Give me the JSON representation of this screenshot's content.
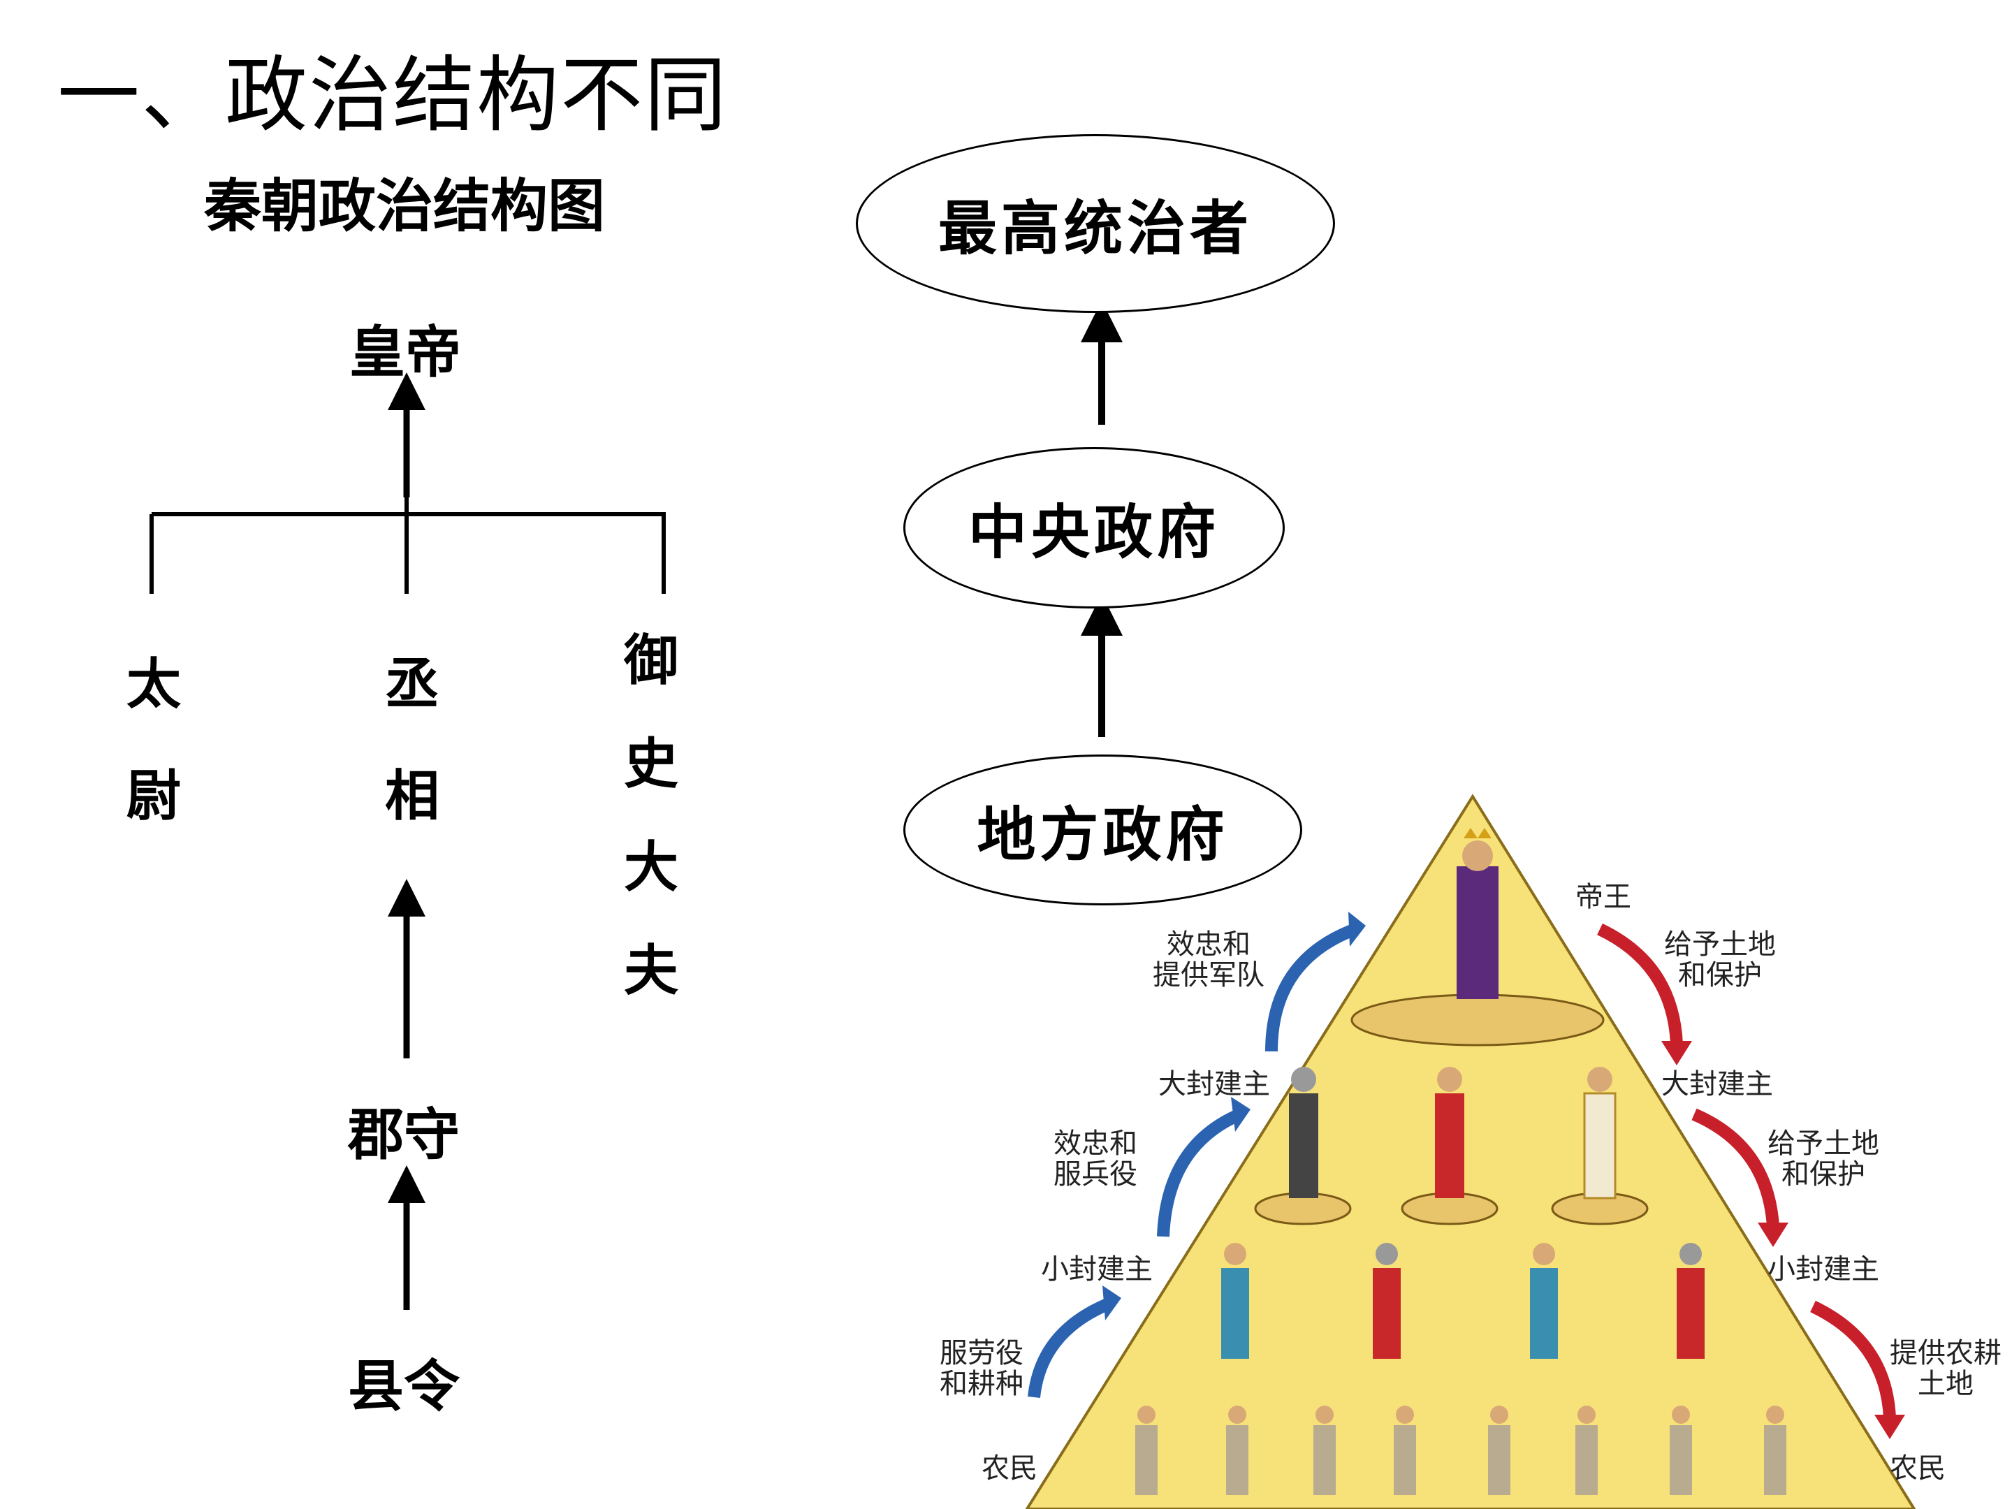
{
  "slide": {
    "title": "一、政治结构不同",
    "subtitle": "秦朝政治结构图"
  },
  "qin_chart": {
    "emperor": "皇帝",
    "taiwei": [
      "太",
      "尉"
    ],
    "chengxiang": [
      "丞",
      "相"
    ],
    "yushidafu": [
      "御",
      "史",
      "大",
      "夫"
    ],
    "junshou": "郡守",
    "xianling": "县令"
  },
  "hierarchy": {
    "top": "最高统治者",
    "middle": "中央政府",
    "bottom": "地方政府"
  },
  "pyramid": {
    "right_labels": {
      "king": "帝王",
      "give_land_1": [
        "给予土地",
        "和保护"
      ],
      "great_lord": "大封建主",
      "give_land_2": [
        "给予土地",
        "和保护"
      ],
      "small_lord": "小封建主",
      "provide_land": [
        "提供农耕",
        "土地"
      ],
      "peasant": "农民"
    },
    "left_labels": {
      "loyalty_army": [
        "效忠和",
        "提供军队"
      ],
      "great_lord": "大封建主",
      "loyalty_service": [
        "效忠和",
        "服兵役"
      ],
      "small_lord": "小封建主",
      "labor_farming": [
        "服劳役",
        "和耕种"
      ],
      "peasant": "农民"
    },
    "colors": {
      "pyramid_fill": "#f7e27a",
      "blue_arrow": "#2b63b0",
      "red_arrow": "#c8202a"
    }
  }
}
